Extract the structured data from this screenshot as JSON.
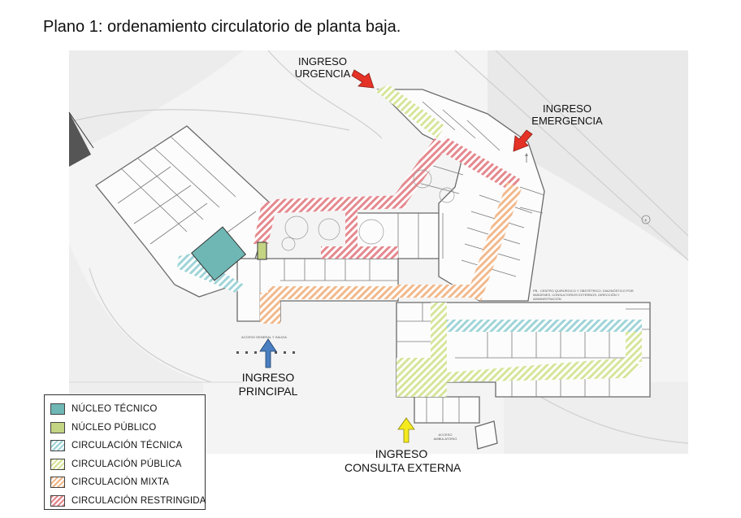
{
  "title": "Plano 1: ordenamiento circulatorio de planta baja.",
  "callouts": {
    "urgencia": {
      "line1": "INGRESO",
      "line2": "URGENCIA"
    },
    "emergencia": {
      "line1": "INGRESO",
      "line2": "EMERGENCIA"
    },
    "principal": {
      "line1": "INGRESO",
      "line2": "PRINCIPAL"
    },
    "consulta": {
      "line1": "INGRESO",
      "line2": "CONSULTA EXTERNA"
    }
  },
  "plan_notes": {
    "acceso_general": "ACCESO GENERAL Y SALIDA",
    "acceso_ambulatorio": "ACCESO AMBULATORIO",
    "centro": "PB - CENTRO QUIRÚRGICO Y OBSTÉTRICO, DIAGNÓSTICO POR IMÁGENES, CONSULTORIOS EXTERNOS, DIRECCIÓN Y ADMINISTRACIÓN",
    "marker": "E"
  },
  "legend": {
    "items": [
      {
        "label": "NÚCLEO TÉCNICO",
        "pattern": "solid",
        "color": "#6fb7b4"
      },
      {
        "label": "NÚCLEO PÚBLICO",
        "pattern": "solid",
        "color": "#c3d483"
      },
      {
        "label": "CIRCULACIÓN TÉCNICA",
        "pattern": "hatch",
        "color": "#9fd4d8"
      },
      {
        "label": "CIRCULACIÓN PÚBLICA",
        "pattern": "hatch",
        "color": "#d6e59a"
      },
      {
        "label": "CIRCULACIÓN MIXTA",
        "pattern": "hatch",
        "color": "#f1b98c"
      },
      {
        "label": "CIRCULACIÓN RESTRINGIDA",
        "pattern": "hatch",
        "color": "#e4898f"
      }
    ]
  },
  "colors": {
    "arrow_red": "#e53227",
    "arrow_blue": "#4a7fc1",
    "arrow_yellow": "#f4ea1e",
    "wall": "#6a6a6a",
    "grey_area": "#ececec"
  }
}
